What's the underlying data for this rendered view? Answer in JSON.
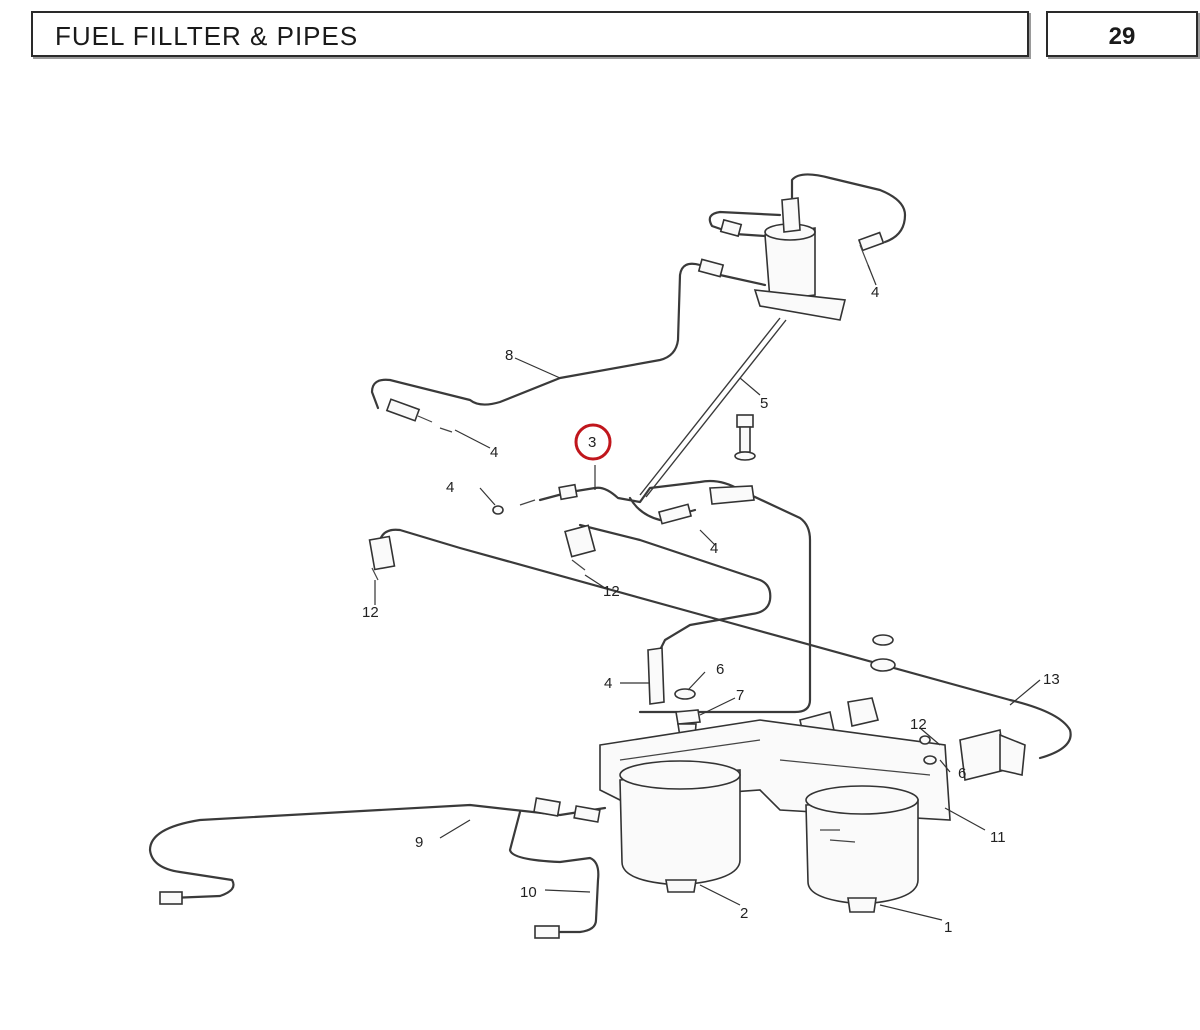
{
  "header": {
    "title": "FUEL FILLTER & PIPES",
    "page_number": "29"
  },
  "callouts": {
    "c1": "1",
    "c2": "2",
    "c3": "3",
    "c4a": "4",
    "c4b": "4",
    "c4c": "4",
    "c4d": "4",
    "c4e": "4",
    "c5": "5",
    "c6a": "6",
    "c6b": "6",
    "c7": "7",
    "c8": "8",
    "c9": "9",
    "c10": "10",
    "c11": "11",
    "c12a": "12",
    "c12b": "12",
    "c12c": "12",
    "c13": "13"
  },
  "highlight": {
    "callout": "3",
    "color": "#c0161c"
  }
}
